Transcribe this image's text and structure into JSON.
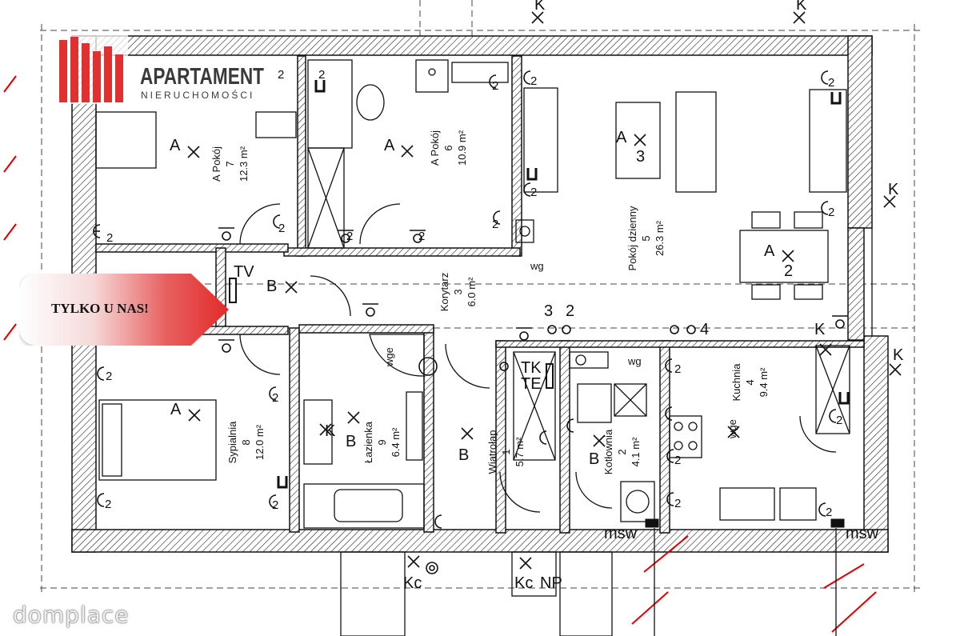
{
  "brand": {
    "name": "APARTAMENT",
    "tagline": "NIERUCHOMOŚCI"
  },
  "promo": {
    "text": "TYLKO U NAS!"
  },
  "watermark": "domplace",
  "rooms": [
    {
      "key": "pokoj7",
      "name": "Pokój",
      "number": "7",
      "area": "12.3 m²",
      "category": "A"
    },
    {
      "key": "pokoj6",
      "name": "Pokój",
      "number": "6",
      "area": "10.9 m²",
      "category": "A"
    },
    {
      "key": "dzienny",
      "name": "Pokój dzienny",
      "number": "5",
      "area": "26.3 m²",
      "category": "A"
    },
    {
      "key": "korytarz",
      "name": "Korytarz",
      "number": "3",
      "area": "6.0 m²",
      "category": "B"
    },
    {
      "key": "sypialnia",
      "name": "Sypialnia",
      "number": "8",
      "area": "12.0 m²",
      "category": "A"
    },
    {
      "key": "lazienka",
      "name": "Łazienka",
      "number": "9",
      "area": "6.4 m²",
      "category": "B"
    },
    {
      "key": "wiatrolap",
      "name": "Wiatrołap",
      "number": "1",
      "area": "5.7 m²",
      "category": "B"
    },
    {
      "key": "kotlownia",
      "name": "Kotłownia",
      "number": "2",
      "area": "4.1 m²",
      "category": "B"
    },
    {
      "key": "kuchnia",
      "name": "Kuchnia",
      "number": "4",
      "area": "9.4 m²",
      "category": ""
    }
  ],
  "symbols": {
    "tv": "TV",
    "tk": "TK",
    "te": "TE",
    "wg": "wg",
    "wge": "wge",
    "msw": "msw",
    "kc": "Kc",
    "np": "NP",
    "k": "K",
    "n2": "2",
    "n3": "3",
    "n4": "4",
    "a": "A",
    "b": "B"
  },
  "colors": {
    "accent": "#e22a2a",
    "wall": "#111111",
    "logo": "#e03030"
  }
}
